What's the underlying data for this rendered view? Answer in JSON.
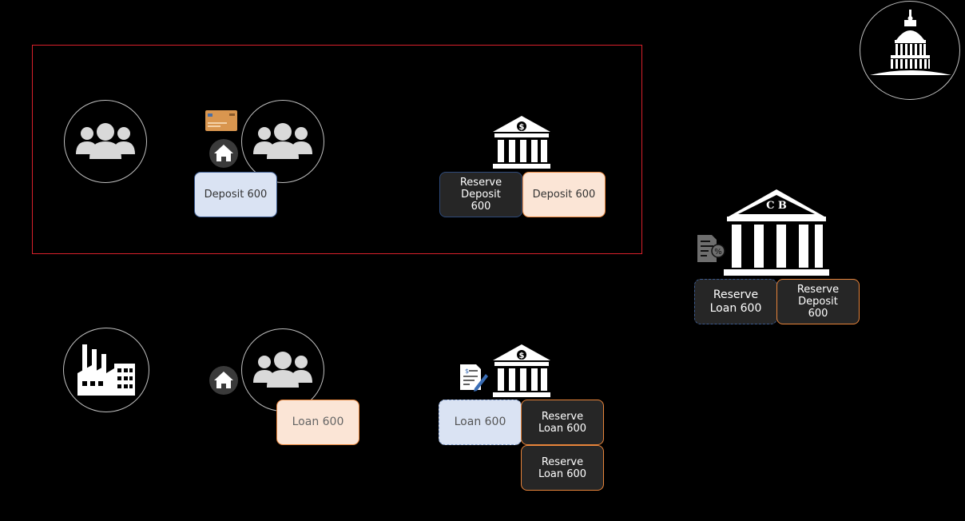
{
  "boxes": {
    "deposit_household": "Deposit 600",
    "bank_reserve_deposit": "Reserve Deposit 600",
    "bank_deposit": "Deposit 600",
    "cb_reserve_loan": "Reserve Loan 600",
    "cb_reserve_deposit": "Reserve Deposit 600",
    "household_loan": "Loan 600",
    "bank_loan": "Loan 600",
    "bank_reserve_loan_1": "Reserve Loan 600",
    "bank_reserve_loan_2": "Reserve Loan 600"
  },
  "central_bank_label": "C B",
  "icons": [
    "users-icon",
    "credit-card-icon",
    "house-icon",
    "bank-icon",
    "central-bank-icon",
    "capitol-icon",
    "factory-icon",
    "loan-document-icon",
    "contract-icon"
  ],
  "colors": {
    "background": "#000000",
    "highlight_frame": "#e0202a",
    "light_blue": "#dae3f3",
    "peach": "#fbe5d6",
    "orange_border": "#e8843a",
    "dark_box": "#262626"
  }
}
